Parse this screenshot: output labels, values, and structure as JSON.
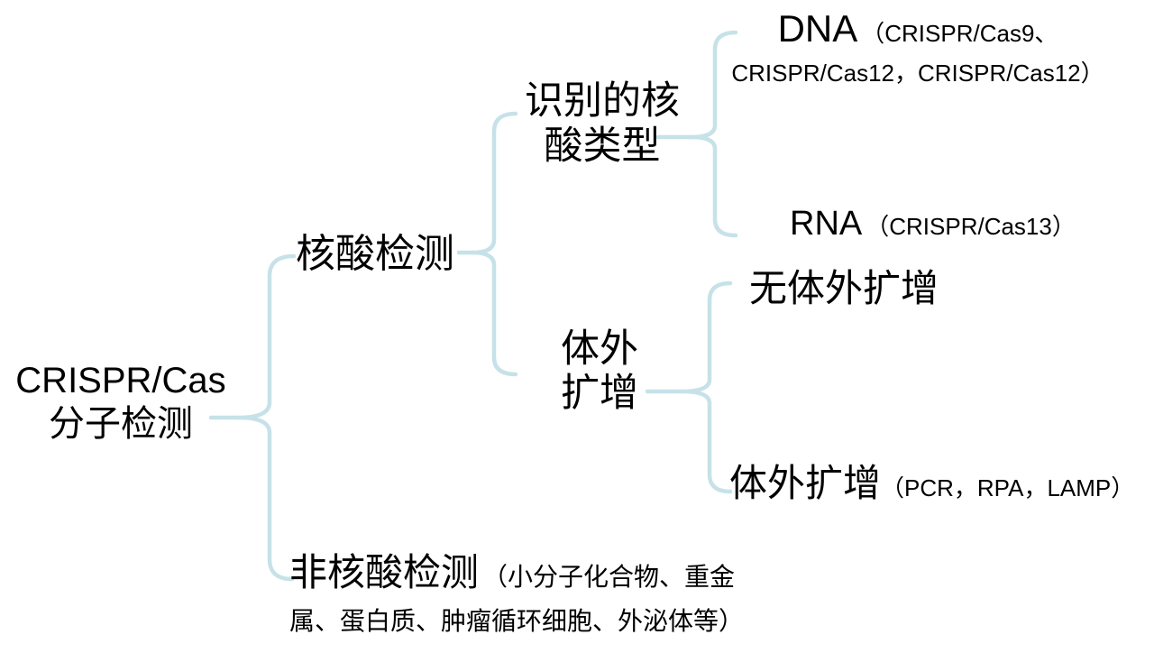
{
  "colors": {
    "connector": "#c6e2e8",
    "text": "#000000",
    "background": "#ffffff"
  },
  "tree": {
    "root": {
      "title": "CRISPR/Cas",
      "subtitle": "分子检测"
    },
    "nucleic": {
      "label": "核酸检测",
      "type_node": {
        "line1": "识别的核",
        "line2": "酸类型",
        "dna": {
          "label": "DNA",
          "note1": "（CRISPR/Cas9、",
          "note2": "CRISPR/Cas12，CRISPR/Cas12）"
        },
        "rna": {
          "label": "RNA",
          "note": "（CRISPR/Cas13）"
        }
      },
      "amp_node": {
        "line1": "体外",
        "line2": "扩增",
        "no_amp": {
          "label": "无体外扩增"
        },
        "with_amp": {
          "label": "体外扩增",
          "note": "（PCR，RPA，LAMP）"
        }
      }
    },
    "non_nucleic": {
      "label": "非核酸检测",
      "note1": "（小分子化合物、重金",
      "note2": "属、蛋白质、肿瘤循环细胞、外泌体等）"
    }
  }
}
